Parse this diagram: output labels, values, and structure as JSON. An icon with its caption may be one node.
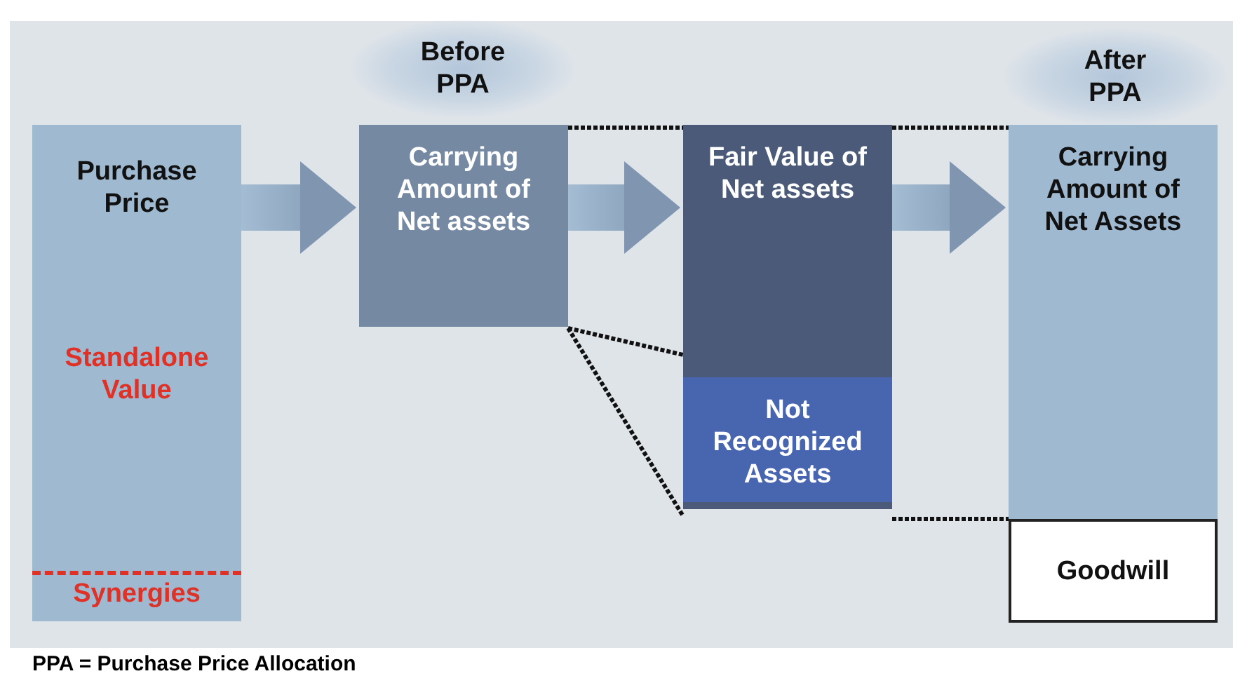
{
  "diagram": {
    "caption": "PPA = Purchase Price Allocation",
    "nodes": [
      {
        "text": [
          "Purchase Price",
          "Standalone Value",
          "Synergies"
        ]
      },
      {
        "text": [
          "Before PPA"
        ]
      },
      {
        "text": [
          "Carrying Amount of Net assets"
        ]
      },
      {
        "text": [
          "Fair Value of Net assets"
        ]
      },
      {
        "text": [
          "Not Recognized Assets"
        ],
        "in": 3
      },
      {
        "text": [
          "After PPA"
        ]
      },
      {
        "text": [
          "Carrying Amount of Net Assets"
        ]
      },
      {
        "text": [
          "Goodwill"
        ]
      }
    ],
    "edges": [
      {
        "from": 0,
        "to": 2,
        "arrow": "to"
      },
      {
        "from": 2,
        "to": 3,
        "arrow": "to"
      },
      {
        "from": 3,
        "to": 6,
        "arrow": "to"
      },
      {
        "from": 2,
        "to": 3,
        "arrow": "none",
        "style": "dashed"
      },
      {
        "from": 2,
        "to": 3,
        "arrow": "none",
        "style": "dashed"
      },
      {
        "from": 2,
        "to": 4,
        "arrow": "none",
        "style": "dashed"
      },
      {
        "from": 3,
        "to": 6,
        "arrow": "none",
        "style": "dashed"
      },
      {
        "from": 4,
        "to": 6,
        "arrow": "none",
        "style": "dashed"
      }
    ]
  }
}
